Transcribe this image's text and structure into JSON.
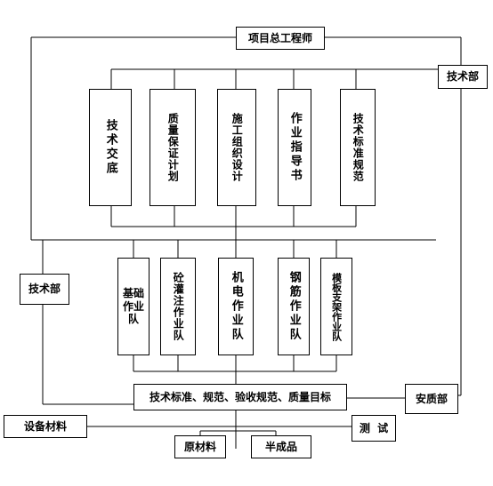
{
  "diagram": {
    "top_node": "项目总工程师",
    "tech_dept_right": "技术部",
    "tech_dept_left": "技术部",
    "documents": [
      "技术交底",
      "质量保证计划",
      "施工组织设计",
      "作业指导书",
      "技术标准规范"
    ],
    "teams": [
      "基础作业队",
      "砼灌注作业队",
      "机电作业队",
      "钢筋作业队",
      "模板支架作业队"
    ],
    "standards": "技术标准、规范、验收规范、质量目标",
    "safety_dept": "安质部",
    "equipment": "设备材料",
    "testing": "测  试",
    "raw_material": "原材料",
    "semi_product": "半成品"
  }
}
